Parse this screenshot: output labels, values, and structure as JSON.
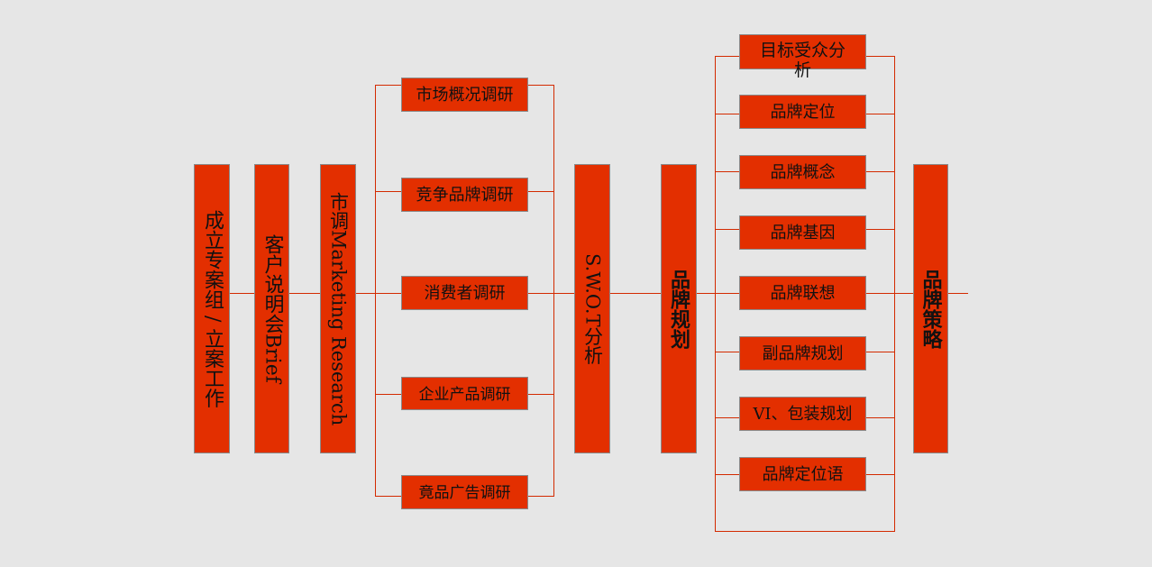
{
  "nodes": {
    "team": "成立专案组 / 立案工作",
    "brief": "客户说明会Brief",
    "research": "市调Marketing Research",
    "swot": "S.W.O.T分析",
    "planning": "品牌规划",
    "strategy": "品牌策略"
  },
  "research_items": [
    "市场概况调研",
    "竞争品牌调研",
    "消费者调研",
    "企业产品调研",
    "竟品广告调研"
  ],
  "planning_items": [
    "目标受众分析",
    "品牌定位",
    "品牌概念",
    "品牌基因",
    "品牌联想",
    "副品牌规划",
    "VI、包装规划",
    "品牌定位语"
  ],
  "colors": {
    "box": "#e32f00",
    "line": "#d32a00",
    "background": "#e6e6e6",
    "border": "#8a8a8a"
  }
}
